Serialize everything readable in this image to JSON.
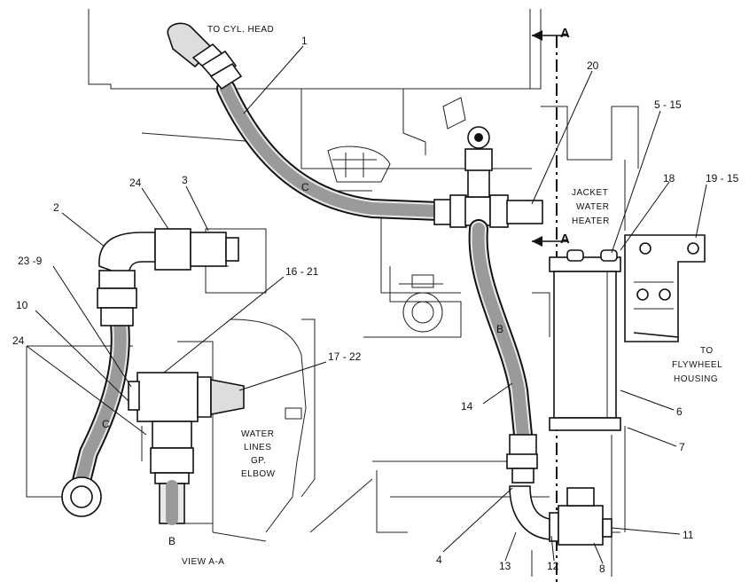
{
  "labels": {
    "to_cyl_head": "TO CYL. HEAD",
    "jacket": "JACKET",
    "water": "WATER",
    "heater": "HEATER",
    "to": "TO",
    "flywheel": "FLYWHEEL",
    "housing": "HOUSING",
    "water_lines": "WATER",
    "lines": "LINES",
    "gp": "GP.",
    "elbow": "ELBOW",
    "view": "VIEW  A-A",
    "section_a_top": "A",
    "section_a_mid": "A",
    "hose_c_top": "C",
    "hose_c_left": "C",
    "hose_b_right": "B",
    "hose_b_bottom": "B"
  },
  "callouts": {
    "c1": "1",
    "c20": "20",
    "c5_15": "5 - 15",
    "c18": "18",
    "c19_15": "19 - 15",
    "c24_top": "24",
    "c3": "3",
    "c2": "2",
    "c23_9": "23  -9",
    "c16_21": "16 - 21",
    "c10": "10",
    "c24_left": "24",
    "c17_22": "17 - 22",
    "c14": "14",
    "c6": "6",
    "c7": "7",
    "c11": "11",
    "c4": "4",
    "c13": "13",
    "c12": "12",
    "c8": "8"
  }
}
